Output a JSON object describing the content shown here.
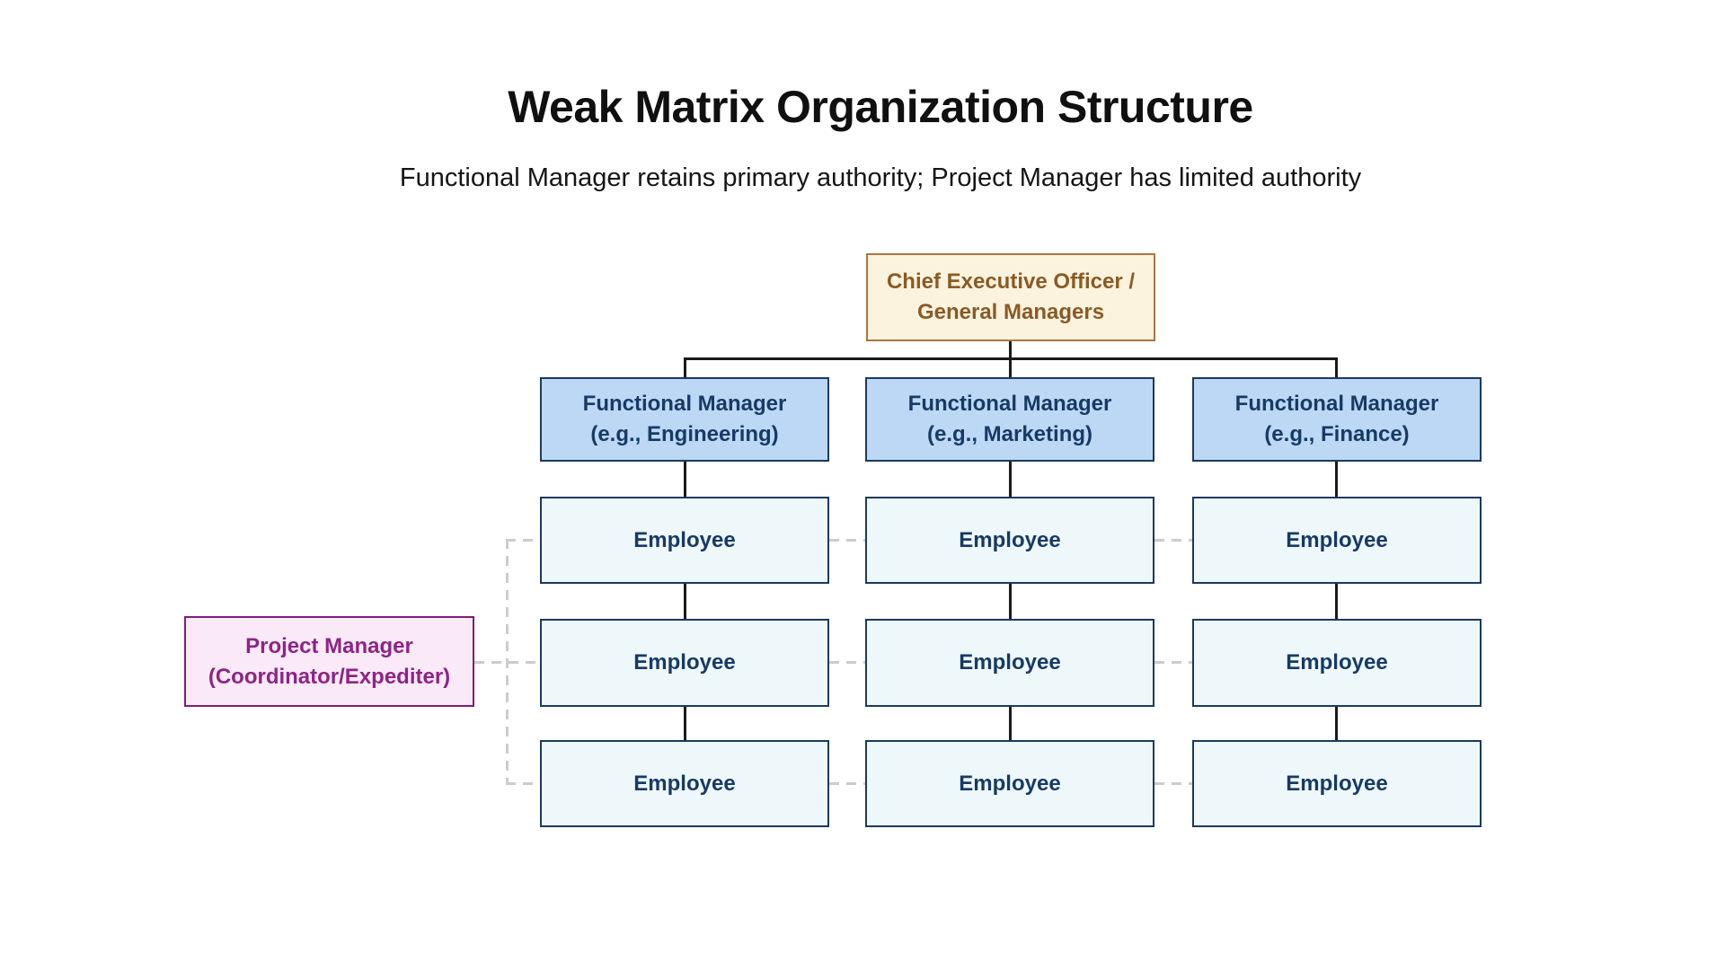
{
  "header": {
    "title": "Weak Matrix Organization Structure",
    "subtitle": "Functional Manager retains primary authority; Project Manager has limited authority"
  },
  "nodes": {
    "ceo": {
      "line1": "Chief Executive Officer /",
      "line2": "General Managers"
    },
    "functional_managers": [
      {
        "line1": "Functional Manager",
        "line2": "(e.g., Engineering)"
      },
      {
        "line1": "Functional Manager",
        "line2": "(e.g., Marketing)"
      },
      {
        "line1": "Functional Manager",
        "line2": "(e.g., Finance)"
      }
    ],
    "project_manager": {
      "line1": "Project Manager",
      "line2": "(Coordinator/Expediter)"
    },
    "employee_label": "Employee",
    "employee_grid": {
      "rows": 3,
      "columns": 3
    }
  },
  "colors": {
    "ceo_fill": "#fcf3df",
    "ceo_border": "#a9773f",
    "ceo_text": "#8a5a25",
    "functional_fill": "#bdd8f5",
    "functional_border": "#1b3a5e",
    "functional_text": "#173a66",
    "employee_fill": "#eef8fb",
    "employee_border": "#1b3a5e",
    "employee_text": "#173a66",
    "project_fill": "#faeaf8",
    "project_border": "#7d1d78",
    "project_text": "#8e2486",
    "solid_line": "#1a1a1a",
    "dashed_line": "#c9cdd0",
    "background": "#ffffff"
  }
}
